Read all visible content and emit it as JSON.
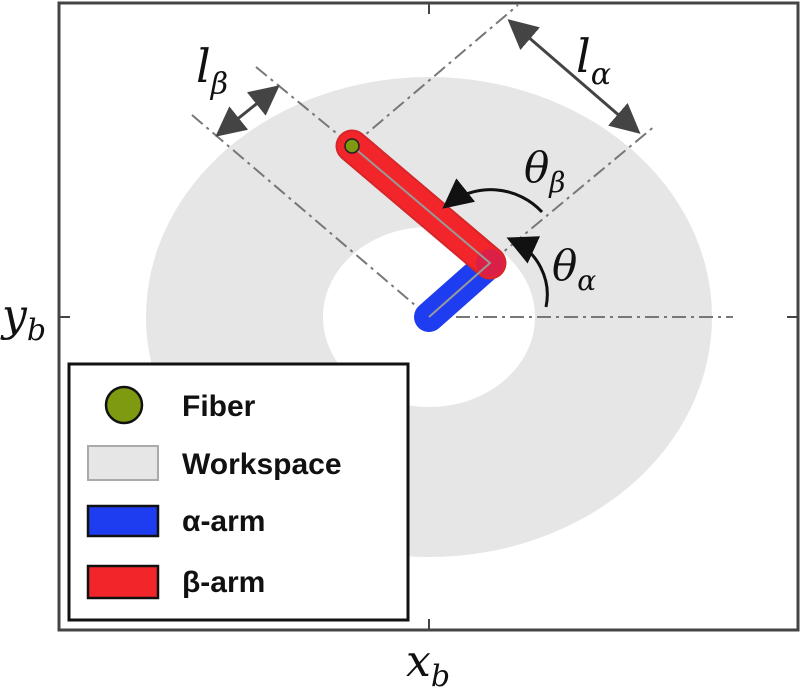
{
  "axes": {
    "x_label_main": "x",
    "x_label_sub": "b",
    "y_label_main": "y",
    "y_label_sub": "b"
  },
  "dimensions": {
    "l_beta_main": "l",
    "l_beta_sub": "β",
    "l_alpha_main": "l",
    "l_alpha_sub": "α"
  },
  "angles": {
    "theta_beta_main": "θ",
    "theta_beta_sub": "β",
    "theta_alpha_main": "θ",
    "theta_alpha_sub": "α"
  },
  "legend": {
    "items": [
      {
        "label": "Fiber",
        "color": "#7d9a10"
      },
      {
        "label": "Workspace",
        "color": "#e6e6e6"
      },
      {
        "label": "α-arm",
        "color": "#1f3df0"
      },
      {
        "label": "β-arm",
        "color": "#f2262a"
      }
    ]
  },
  "colors": {
    "workspace": "#e6e6e6",
    "alpha_arm": "#1f3df0",
    "beta_arm": "#f2262a",
    "fiber": "#7d9a10",
    "guide_lines": "#777777"
  }
}
